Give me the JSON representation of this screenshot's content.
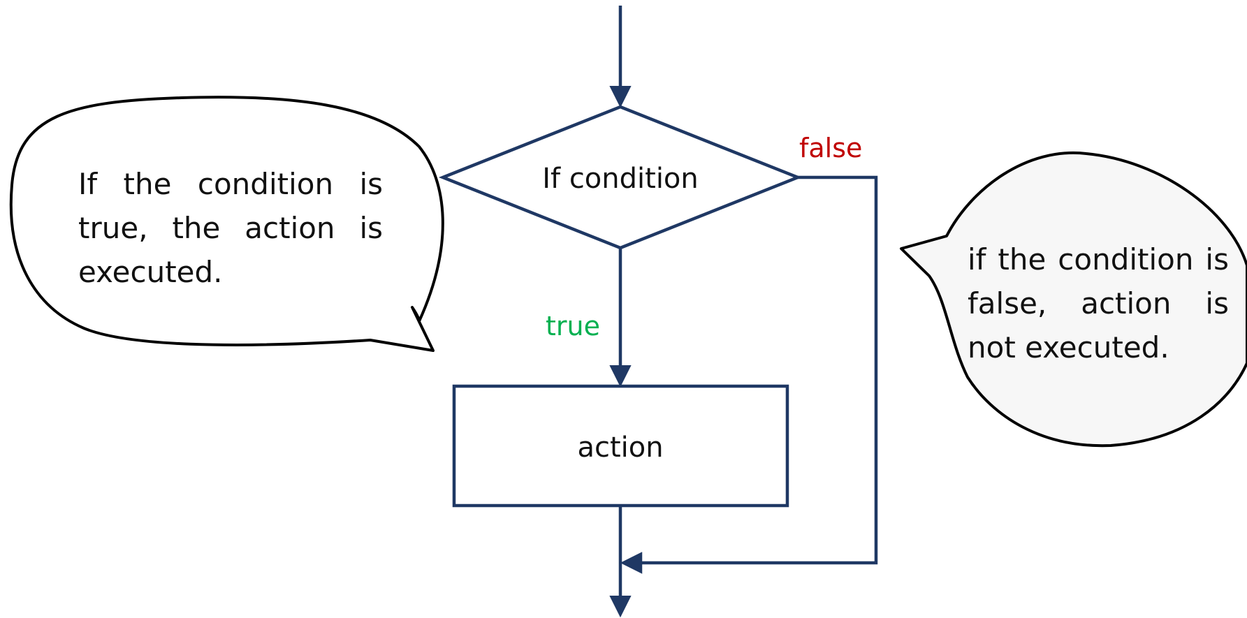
{
  "colors": {
    "flow_line": "#1f3864",
    "true_label": "#00b050",
    "false_label": "#c00000",
    "text": "#111111",
    "callout_outline": "#000000",
    "callout_left_fill": "#ffffff",
    "callout_right_fill": "#f7f7f7"
  },
  "nodes": {
    "decision": {
      "label": "If condition"
    },
    "action": {
      "label": "action"
    }
  },
  "edges": {
    "true_label": "true",
    "false_label": "false"
  },
  "callouts": {
    "left": {
      "text": "If the condition is true, the action is executed."
    },
    "right": {
      "text": "if the condition is false, action is not executed."
    }
  }
}
